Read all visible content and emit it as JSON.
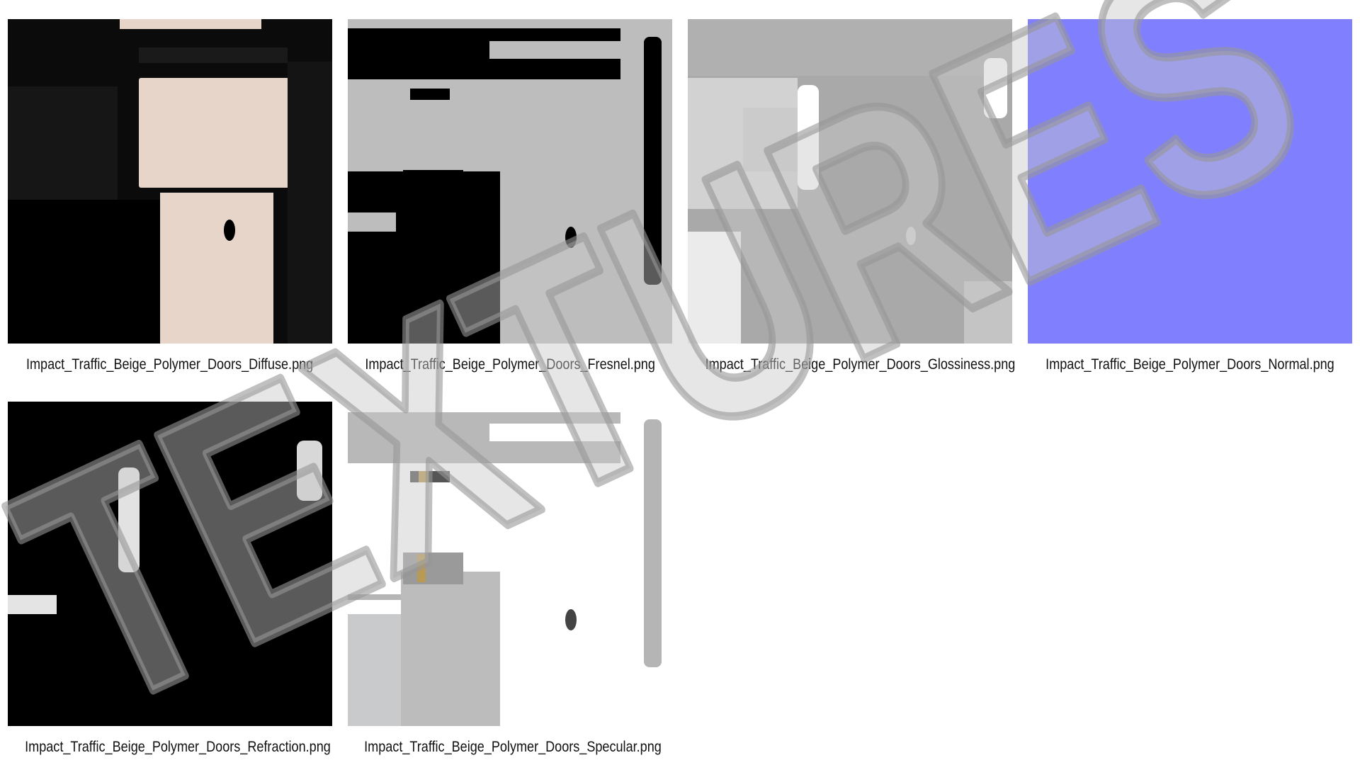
{
  "gallery": {
    "tiles": [
      {
        "name": "Impact_Traffic_Beige_Polymer_Doors_Diffuse.png",
        "map": "diffuse"
      },
      {
        "name": "Impact_Traffic_Beige_Polymer_Doors_Fresnel.png",
        "map": "fresnel"
      },
      {
        "name": "Impact_Traffic_Beige_Polymer_Doors_Glossiness.png",
        "map": "glossiness"
      },
      {
        "name": "Impact_Traffic_Beige_Polymer_Doors_Normal.png",
        "map": "normal"
      },
      {
        "name": "Impact_Traffic_Beige_Polymer_Doors_Refraction.png",
        "map": "refraction"
      },
      {
        "name": "Impact_Traffic_Beige_Polymer_Doors_Specular.png",
        "map": "specular"
      }
    ]
  },
  "watermark": {
    "text": "TEXTURES"
  },
  "colors": {
    "background": "#ffffff",
    "diffuse_beige": "#e6d5c8",
    "fresnel_gray": "#bdbdbd",
    "glossiness_gray": "#a9a9a9",
    "normal_blue": "#8080ff",
    "specular_gray": "#b8b8b8",
    "accent_gold": "#b89a55"
  }
}
